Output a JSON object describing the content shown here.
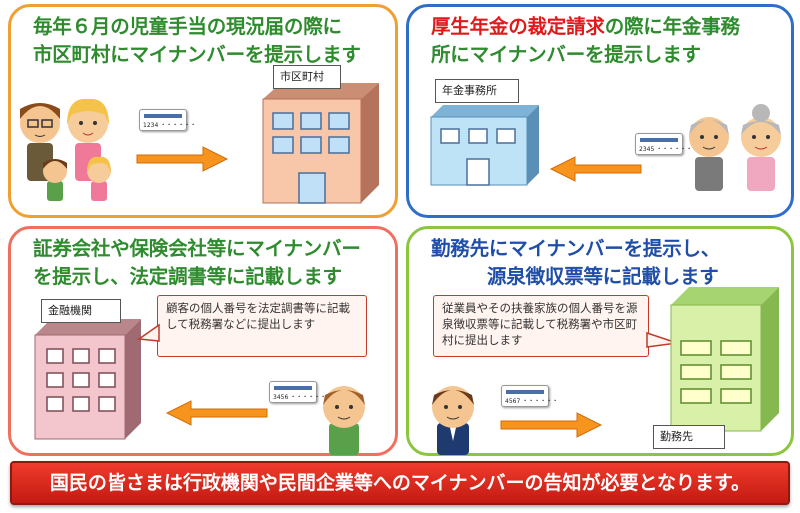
{
  "panels": [
    {
      "title_lines": [
        [
          {
            "text": "毎年６月の児童手当の現況届の際に",
            "color": "green"
          }
        ],
        [
          {
            "text": "市区町村にマイナンバーを提示します",
            "color": "green"
          }
        ]
      ],
      "building_label": "市区町村",
      "card_number": "1234 ・・・・・・"
    },
    {
      "title_lines": [
        [
          {
            "text": "厚生年金の裁定請求",
            "color": "red"
          },
          {
            "text": "の際に年金事務",
            "color": "green"
          }
        ],
        [
          {
            "text": "所にマイナンバーを提示します",
            "color": "green"
          }
        ]
      ],
      "building_label": "年金事務所",
      "card_number": "2345 ・・・・・・"
    },
    {
      "title_lines": [
        [
          {
            "text": "証券会社や保険会社等にマイナンバー",
            "color": "green"
          }
        ],
        [
          {
            "text": "を提示し、法定調書等に記載します",
            "color": "green"
          }
        ]
      ],
      "building_label": "金融機関",
      "card_number": "3456 ・・・・・・",
      "callout": "顧客の個人番号を法定調書等に記載して税務署などに提出します"
    },
    {
      "title_lines": [
        [
          {
            "text": "勤務先にマイナンバーを提示し、",
            "color": "blue"
          }
        ],
        [
          {
            "text": "源泉徴収票等に記載します",
            "color": "blue"
          }
        ]
      ],
      "building_label": "勤務先",
      "card_number": "4567 ・・・・・・",
      "callout": "従業員やその扶養家族の個人番号を源泉徴収票等に記載して税務署や市区町村に提出します"
    }
  ],
  "banner": "国民の皆さまは行政機関や民間企業等へのマイナンバーの告知が必要となります。",
  "colors": {
    "panel1_border": "#f0a030",
    "panel2_border": "#2e6ec8",
    "panel3_border": "#f07060",
    "panel4_border": "#8cc63e",
    "banner_bg": "#e32b1e",
    "arrow": "#f7941d"
  },
  "icons": [
    "person-icon",
    "building-icon",
    "card-icon",
    "arrow-icon"
  ]
}
